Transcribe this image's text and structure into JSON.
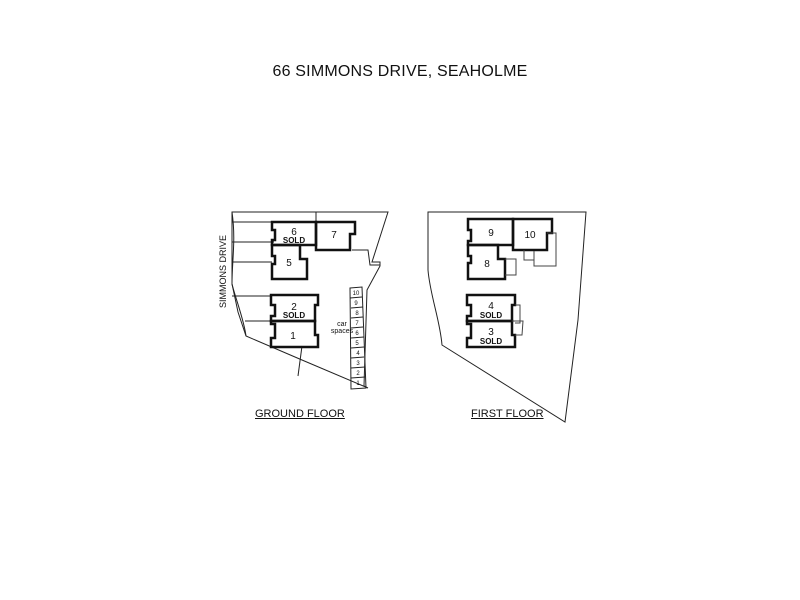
{
  "title": "66 SIMMONS DRIVE, SEAHOLME",
  "street_label": "SIMMONS DRIVE",
  "ground_floor": {
    "label": "GROUND FLOOR",
    "units": [
      {
        "number": "6",
        "status": "SOLD"
      },
      {
        "number": "7",
        "status": ""
      },
      {
        "number": "5",
        "status": ""
      },
      {
        "number": "2",
        "status": "SOLD"
      },
      {
        "number": "1",
        "status": ""
      }
    ],
    "car_spaces_label_1": "car",
    "car_spaces_label_2": "spaces",
    "car_spaces": [
      "10",
      "9",
      "8",
      "7",
      "6",
      "5",
      "4",
      "3",
      "2",
      "1"
    ]
  },
  "first_floor": {
    "label": "FIRST FLOOR",
    "units": [
      {
        "number": "9",
        "status": ""
      },
      {
        "number": "10",
        "status": ""
      },
      {
        "number": "8",
        "status": ""
      },
      {
        "number": "4",
        "status": "SOLD"
      },
      {
        "number": "3",
        "status": "SOLD"
      }
    ]
  }
}
